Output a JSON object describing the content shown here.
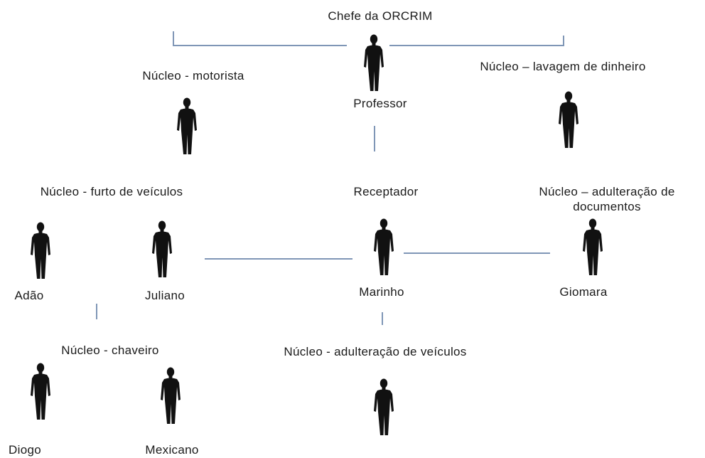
{
  "nodes": {
    "chefe_title": "Chefe da ORCRIM",
    "professor": "Professor",
    "nucleo_motorista": "Núcleo - motorista",
    "nucleo_lavagem": "Núcleo – lavagem de dinheiro",
    "nucleo_furto": "Núcleo - furto de veículos",
    "receptador": "Receptador",
    "nucleo_adulteracao_docs": "Núcleo – adulteração de documentos",
    "adao": "Adão",
    "juliano": "Juliano",
    "marinho": "Marinho",
    "giomara": "Giomara",
    "nucleo_chaveiro": "Núcleo - chaveiro",
    "nucleo_adulteracao_veiculos": "Núcleo - adulteração de veículos",
    "diogo": "Diogo",
    "mexicano": "Mexicano"
  },
  "icons": {
    "person": "person-silhouette-icon"
  },
  "colors": {
    "connector": "#7f96b6",
    "silhouette": "#111111",
    "text": "#1a1a1a"
  }
}
